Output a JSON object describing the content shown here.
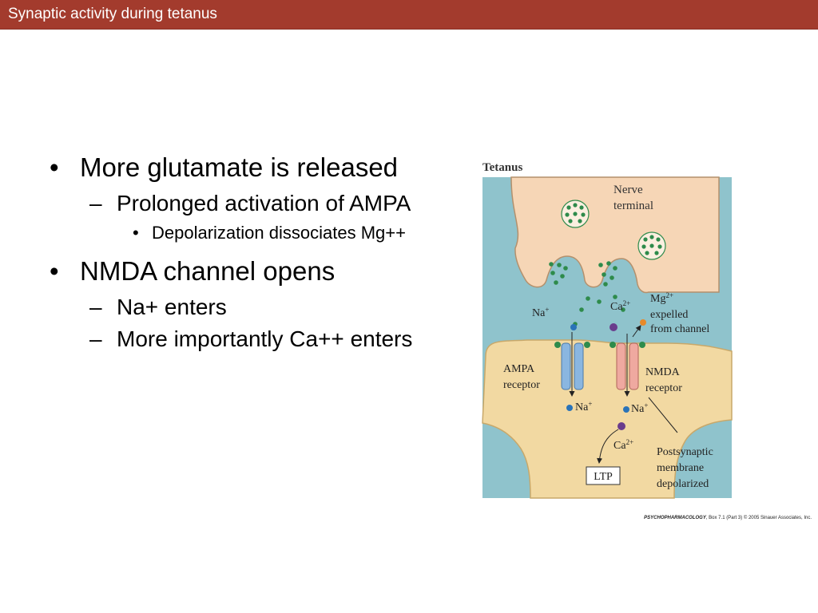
{
  "slide": {
    "title": "Synaptic activity during tetanus",
    "bullets": [
      {
        "text": "More glutamate is released"
      },
      {
        "text": "Prolonged activation of AMPA"
      },
      {
        "text": "Depolarization dissociates Mg++"
      },
      {
        "text": "NMDA channel opens"
      },
      {
        "text": "Na+ enters"
      },
      {
        "text": "More importantly Ca++ enters"
      }
    ],
    "bullet_marks": {
      "level1": "•",
      "level2": "–",
      "level3": "•"
    }
  },
  "figure": {
    "heading": "Tetanus",
    "labels": {
      "nerve_terminal_1": "Nerve",
      "nerve_terminal_2": "terminal",
      "na_top": "Na",
      "ca_top": "Ca",
      "mg": "Mg",
      "mg_expelled_1": "expelled",
      "mg_expelled_2": "from channel",
      "ampa_1": "AMPA",
      "ampa_2": "receptor",
      "nmda_1": "NMDA",
      "nmda_2": "receptor",
      "na_in_left": "Na",
      "na_in_right": "Na",
      "ca_in": "Ca",
      "ltp": "LTP",
      "post_1": "Postsynaptic",
      "post_2": "membrane",
      "post_3": "depolarized",
      "sup_plus": "+",
      "sup_2plus": "2+"
    },
    "colors": {
      "background": "#8fc3cc",
      "terminal": "#f6d6b6",
      "postsynaptic": "#f2d9a2",
      "vesicle_dot": "#2e8b4b",
      "ampa": "#8ab6e0",
      "nmda": "#efa9a0",
      "na_ion": "#2a73b8",
      "ca_ion": "#6a3c8c",
      "mg_ion": "#e88a2a"
    },
    "credit": {
      "book": "PSYCHOPHARMACOLOGY",
      "rest": ", Box 7.1 (Part 3) © 2005 Sinauer Associates, Inc."
    }
  }
}
